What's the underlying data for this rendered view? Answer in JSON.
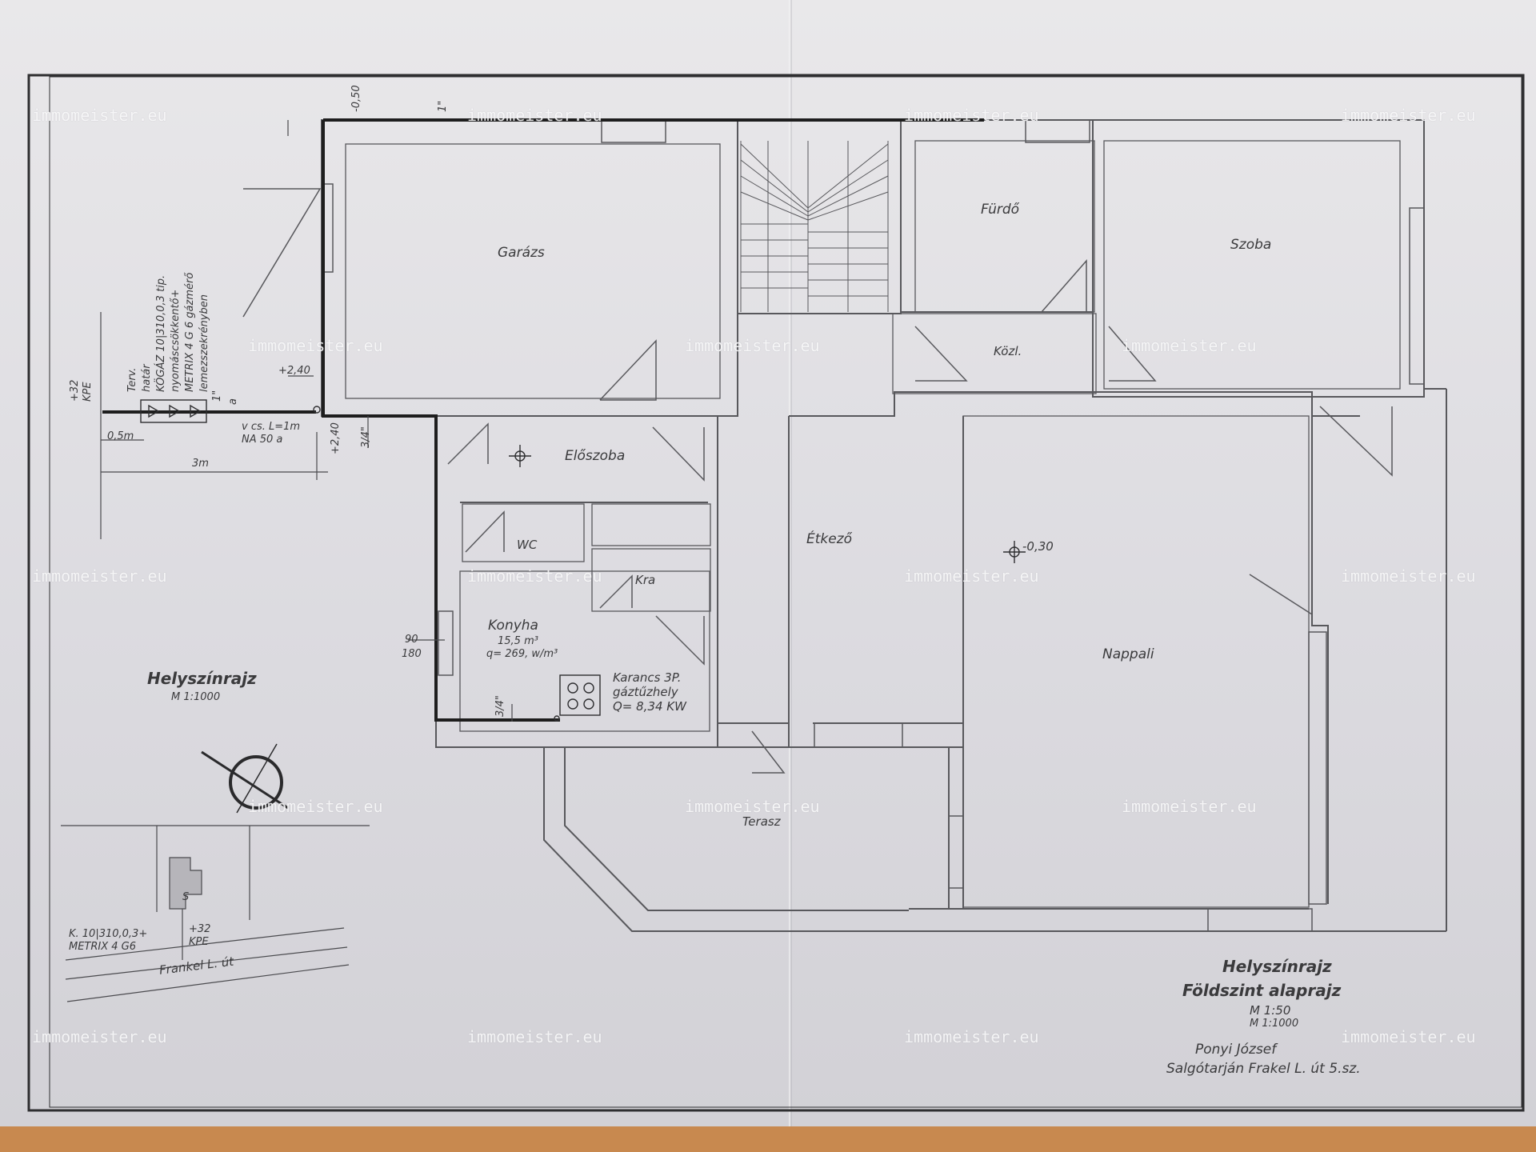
{
  "rooms": {
    "garazs": "Garázs",
    "furdo": "Fürdő",
    "szoba": "Szoba",
    "kozl": "Közl.",
    "eloszoba": "Előszoba",
    "wc": "WC",
    "kra": "Kra",
    "konyha": "Konyha",
    "etkezo": "Étkező",
    "nappali": "Nappali",
    "terasz": "Terasz"
  },
  "annotations": {
    "kitchen_volume": "15,5 m³",
    "kitchen_load": "q= 269, w/m³",
    "appliance_name": "Karancs 3P.",
    "appliance_type": "gáztűzhely",
    "appliance_power": "Q= 8,34 KW",
    "level_living": "-0,30",
    "level_top": "-0,50",
    "level_plus_1": "+2,40",
    "level_plus_2": "+2,40",
    "pipe_quarter_kitchen": "3/4\"",
    "pipe_quarter_hall": "3/4\"",
    "pipe_one_inch": "1\"",
    "pipe_one_inch_2": "1\"",
    "pipe_valve": "a",
    "window_90": "90",
    "window_180": "180",
    "meter_v_cs": "v cs. L=1m",
    "meter_na": "NA 50 a",
    "meter_terv": "Terv.",
    "meter_hatar": "határ",
    "meter_kogaz": "KÖGÁZ 10|310,0,3 tip.",
    "meter_nyomas": "nyomáscsökkentő+",
    "meter_metrix": "METRIX 4 G 6 gázmérő",
    "meter_lemez": "lemezszekrényben",
    "kpe_32": "+32",
    "kpe": "KPE",
    "dim_05m": "0,5m",
    "dim_3m": "3m"
  },
  "site": {
    "title": "Helyszínrajz",
    "scale": "M 1:1000",
    "mark_s": "S",
    "line1": "K. 10|310,0,3+",
    "line2": "METRIX 4 G6",
    "kpe_32": "+32",
    "kpe": "KPE",
    "street": "Frankel L. út"
  },
  "title_block": {
    "title1": "Helyszínrajz",
    "title2": "Földszint alaprajz",
    "scale1": "M 1:50",
    "scale2": "M 1:1000",
    "owner": "Ponyi József",
    "address": "Salgótarján Frakel L. út 5.sz."
  },
  "watermark": "immomeister.eu",
  "colors": {
    "paper": "#e2e1e5",
    "line": "#555558",
    "pipe": "#1e1e1e",
    "table": "#c8894f"
  }
}
